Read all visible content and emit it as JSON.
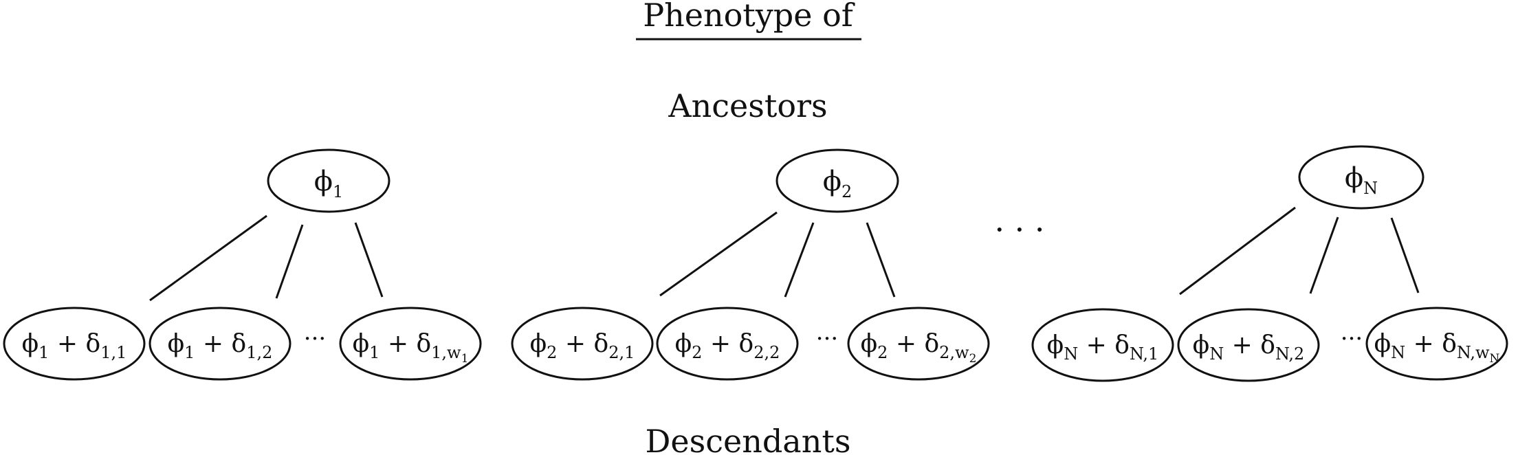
{
  "header": {
    "title": "Phenotype of",
    "subtitle": "Ancestors"
  },
  "footer": {
    "caption": "Descendants"
  },
  "between_groups_ellipsis": "· · ·",
  "child_ellipsis": "···",
  "groups": [
    {
      "ancestor": {
        "sym": "ϕ",
        "sub": "1"
      },
      "descendants": [
        {
          "sym": "ϕ",
          "sub": "1",
          "op": "+",
          "dsym": "δ",
          "dsub": "1,1"
        },
        {
          "sym": "ϕ",
          "sub": "1",
          "op": "+",
          "dsym": "δ",
          "dsub": "1,2"
        },
        {
          "sym": "ϕ",
          "sub": "1",
          "op": "+",
          "dsym": "δ",
          "dsub": "1,w",
          "dsubsub": "1"
        }
      ]
    },
    {
      "ancestor": {
        "sym": "ϕ",
        "sub": "2"
      },
      "descendants": [
        {
          "sym": "ϕ",
          "sub": "2",
          "op": "+",
          "dsym": "δ",
          "dsub": "2,1"
        },
        {
          "sym": "ϕ",
          "sub": "2",
          "op": "+",
          "dsym": "δ",
          "dsub": "2,2"
        },
        {
          "sym": "ϕ",
          "sub": "2",
          "op": "+",
          "dsym": "δ",
          "dsub": "2,w",
          "dsubsub": "2"
        }
      ]
    },
    {
      "ancestor": {
        "sym": "ϕ",
        "sub": "N"
      },
      "descendants": [
        {
          "sym": "ϕ",
          "sub": "N",
          "op": "+",
          "dsym": "δ",
          "dsub": "N,1"
        },
        {
          "sym": "ϕ",
          "sub": "N",
          "op": "+",
          "dsym": "δ",
          "dsub": "N,2"
        },
        {
          "sym": "ϕ",
          "sub": "N",
          "op": "+",
          "dsym": "δ",
          "dsub": "N,w",
          "dsubsub": "N"
        }
      ]
    }
  ]
}
